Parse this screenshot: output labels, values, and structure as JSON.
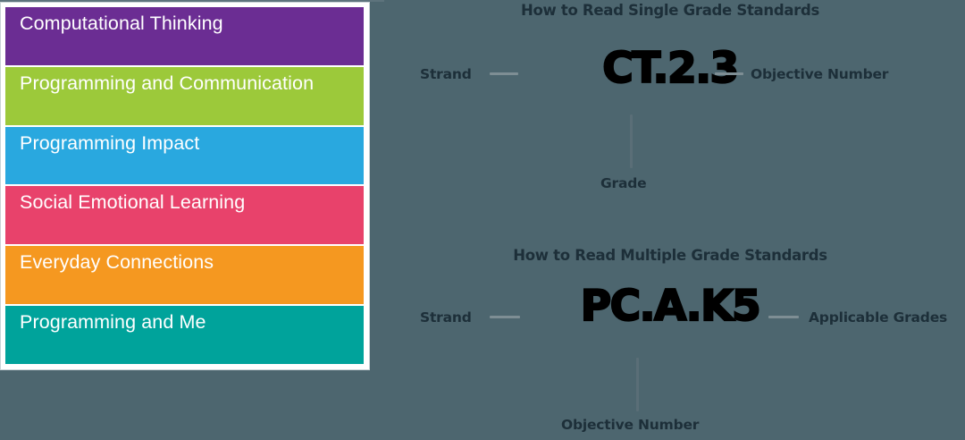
{
  "background_color": "#4d666f",
  "legend": {
    "frame_color": "#ffffff",
    "bands": [
      {
        "label": "Computational Thinking",
        "color": "#6b2d93"
      },
      {
        "label": "Programming and Communication",
        "color": "#9cc93a"
      },
      {
        "label": "Programming Impact",
        "color": "#29a8df"
      },
      {
        "label": "Social Emotional Learning",
        "color": "#e8426b"
      },
      {
        "label": "Everyday Connections",
        "color": "#f59820"
      },
      {
        "label": "Programming and Me",
        "color": "#00a39b"
      }
    ]
  },
  "diagrams": [
    {
      "title": "How to Read Single Grade Standards",
      "code": "CT.2.3",
      "left_label": "Strand",
      "right_label": "Objective Number",
      "bottom_label": "Grade"
    },
    {
      "title": "How to Read Multiple Grade Standards",
      "code": "PC.A.K5",
      "left_label": "Strand",
      "right_label": "Applicable Grades",
      "bottom_label": "Objective Number"
    }
  ],
  "colors": {
    "text_dark": "#1d2f39",
    "connector": "#7e8e94",
    "band_text": "#ffffff"
  }
}
